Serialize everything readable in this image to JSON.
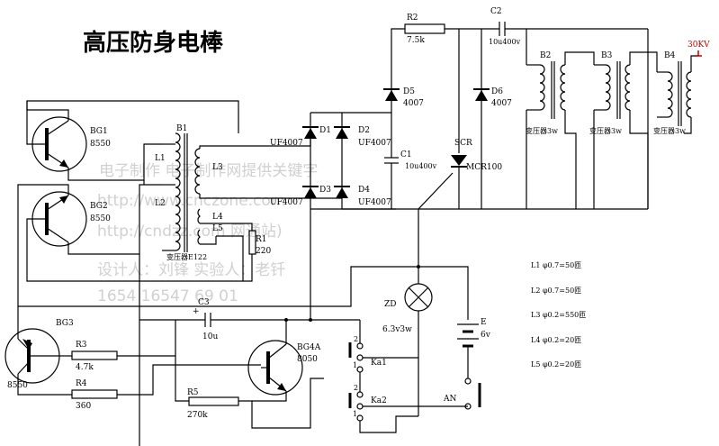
{
  "title": "高压防身电棒",
  "watermark": {
    "line1": "电子制作    电子制作网提供关键字",
    "line2": "http://www.cnczone.com",
    "line3": "http://cndzz.com        网通站)",
    "line4": "设计人：刘锋      实验人：老钎",
    "line5": "1654 16547 69 01"
  },
  "components": {
    "bg1": {
      "name": "BG1",
      "value": "8550"
    },
    "bg2": {
      "name": "BG2",
      "value": "8550"
    },
    "bg3": {
      "name": "BG3",
      "value": "8550"
    },
    "bg4a": {
      "name": "BG4A",
      "value": "8050"
    },
    "b1": {
      "name": "B1",
      "label": "变压器E122"
    },
    "l1": "L1",
    "l2": "L2",
    "l3": "L3",
    "l4": "L4",
    "l5": "L5",
    "r1": {
      "name": "R1",
      "value": "220"
    },
    "r2": {
      "name": "R2",
      "value": "7.5k"
    },
    "r3": {
      "name": "R3",
      "value": "4.7k"
    },
    "r4": {
      "name": "R4",
      "value": "360"
    },
    "r5": {
      "name": "R5",
      "value": "270k"
    },
    "c1": {
      "name": "C1",
      "value": "10u400v"
    },
    "c2": {
      "name": "C2",
      "value": "10u400v"
    },
    "c3": {
      "name": "C3",
      "value": "10u"
    },
    "d1": {
      "name": "D1",
      "value": "UF4007"
    },
    "d2": {
      "name": "D2",
      "value": "UF4007"
    },
    "d3": {
      "name": "D3",
      "value": "UF4007"
    },
    "d4": {
      "name": "D4",
      "value": "UF4007"
    },
    "d5": {
      "name": "D5",
      "value": "4007"
    },
    "d6": {
      "name": "D6",
      "value": "4007"
    },
    "scr": {
      "name": "SCR",
      "value": "MCR100"
    },
    "b2": {
      "name": "B2",
      "label": "变压器3w"
    },
    "b3": {
      "name": "B3",
      "label": "变压器3w"
    },
    "b4": {
      "name": "B4",
      "label": "变压器3w"
    },
    "hv": "30KV",
    "zd": {
      "name": "ZD",
      "value": "6.3v3w"
    },
    "e": {
      "name": "E",
      "value": "6v"
    },
    "an": "AN",
    "ka1": "Ka1",
    "ka2": "Ka2",
    "pin1": "1",
    "pin2": "2",
    "plus": "+"
  },
  "notes": [
    "L1  φ0.7=50匝",
    "L2  φ0.7=50匝",
    "L3  φ0.2=550匝",
    "L4  φ0.2=20匝",
    "L5  φ0.2=20匝"
  ]
}
